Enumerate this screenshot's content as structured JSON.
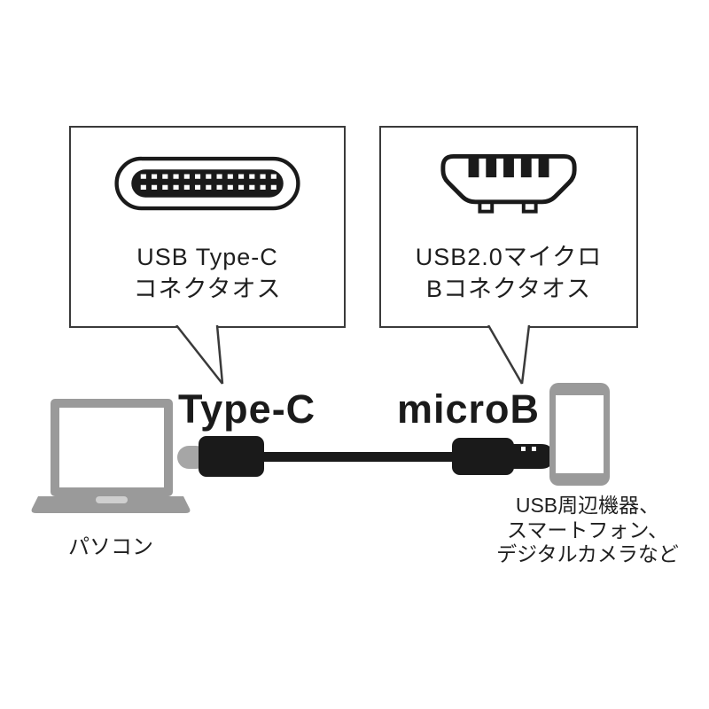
{
  "diagram": {
    "callout_left": {
      "line1": "USB Type-C",
      "line2": "コネクタオス"
    },
    "callout_right": {
      "line1": "USB2.0マイクロ",
      "line2": "Bコネクタオス"
    },
    "labels": {
      "type_c": "Type-C",
      "micro_b": "microB",
      "computer": "パソコン"
    },
    "devices_caption": {
      "line1": "USB周辺機器、",
      "line2": "スマートフォン、",
      "line3": "デジタルカメラなど"
    },
    "icons": [
      "usb-type-c-connector-icon",
      "usb-micro-b-connector-icon",
      "laptop-icon",
      "smartphone-icon",
      "usb-cable-icon",
      "type-c-plug-icon",
      "micro-b-plug-icon",
      "callout-pointer-icon"
    ],
    "colors": {
      "background": "#ffffff",
      "outline": "#333333",
      "ink": "#1f1f1f",
      "plug_black": "#1a1a1a",
      "device_gray": "#9a9a9a",
      "tip_gray": "#a6a6a6"
    }
  }
}
